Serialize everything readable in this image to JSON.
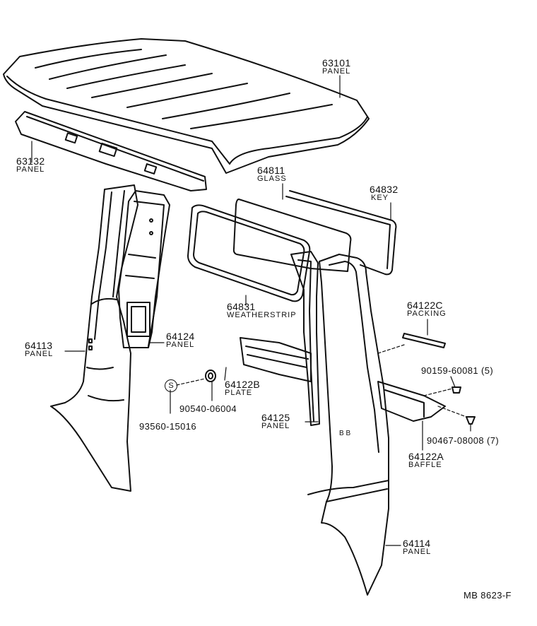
{
  "colors": {
    "ink": "#111111",
    "paper": "#ffffff"
  },
  "callouts": {
    "c63101": {
      "part_no": "63101",
      "name": "PANEL"
    },
    "c63132": {
      "part_no": "63132",
      "name": "PANEL"
    },
    "c64811": {
      "part_no": "64811",
      "name": "GLASS"
    },
    "c64832": {
      "part_no": "64832",
      "name": "KEY"
    },
    "c64113": {
      "part_no": "64113",
      "name": "PANEL"
    },
    "c64124": {
      "part_no": "64124",
      "name": "PANEL"
    },
    "c64831": {
      "part_no": "64831",
      "name": "WEATHERSTRIP"
    },
    "c64122c": {
      "part_no": "64122C",
      "name": "PACKING"
    },
    "c64122b": {
      "part_no": "64122B",
      "name": "PLATE"
    },
    "c90540": {
      "part_no": "90540-06004"
    },
    "c93560": {
      "part_no": "93560-15016"
    },
    "c90159": {
      "part_no": "90159-60081",
      "qty": "(5)"
    },
    "c64125": {
      "part_no": "64125",
      "name": "PANEL"
    },
    "c90467": {
      "part_no": "90467-08008",
      "qty": "(7)"
    },
    "c64122a": {
      "part_no": "64122A",
      "name": "BAFFLE"
    },
    "c64114": {
      "part_no": "64114",
      "name": "PANEL"
    }
  },
  "symbols": {
    "screw_marker": "S"
  },
  "footer": {
    "ref_code": "MB  8623-F"
  }
}
